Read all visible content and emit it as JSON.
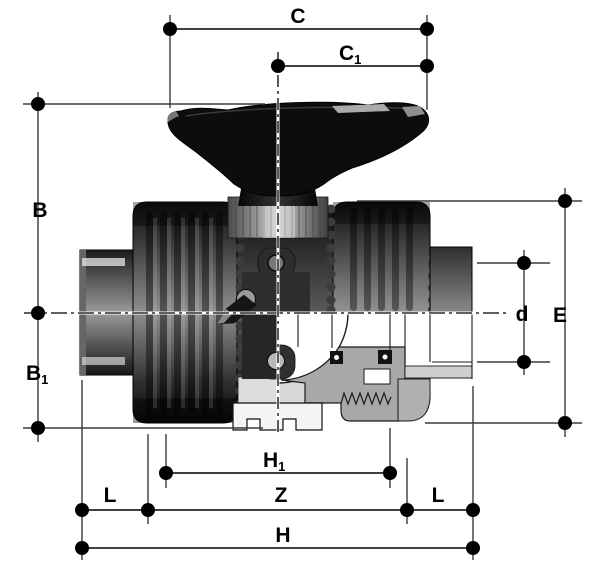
{
  "drawing": {
    "title": "double-union ball valve dimensional drawing",
    "view": "3D half-section technical illustration with dimension lines",
    "labels": {
      "c": {
        "base": "C",
        "sub": ""
      },
      "c1": {
        "base": "C",
        "sub": "1"
      },
      "b": {
        "base": "B",
        "sub": ""
      },
      "b1": {
        "base": "B",
        "sub": "1"
      },
      "e": {
        "base": "E",
        "sub": ""
      },
      "d": {
        "base": "d",
        "sub": ""
      },
      "h1": {
        "base": "H",
        "sub": "1"
      },
      "z": {
        "base": "Z",
        "sub": ""
      },
      "l_left": {
        "base": "L",
        "sub": ""
      },
      "l_right": {
        "base": "L",
        "sub": ""
      },
      "h": {
        "base": "H",
        "sub": ""
      }
    },
    "colors": {
      "background": "#ffffff",
      "dimension_line": "#000000",
      "reference_line": "#3a3a3a",
      "handle": "#0d0d0d",
      "body_dark": "#141414",
      "section_mid_gray": "#a8a8a8",
      "section_light_gray": "#d8d8d8",
      "section_white": "#ffffff"
    }
  }
}
